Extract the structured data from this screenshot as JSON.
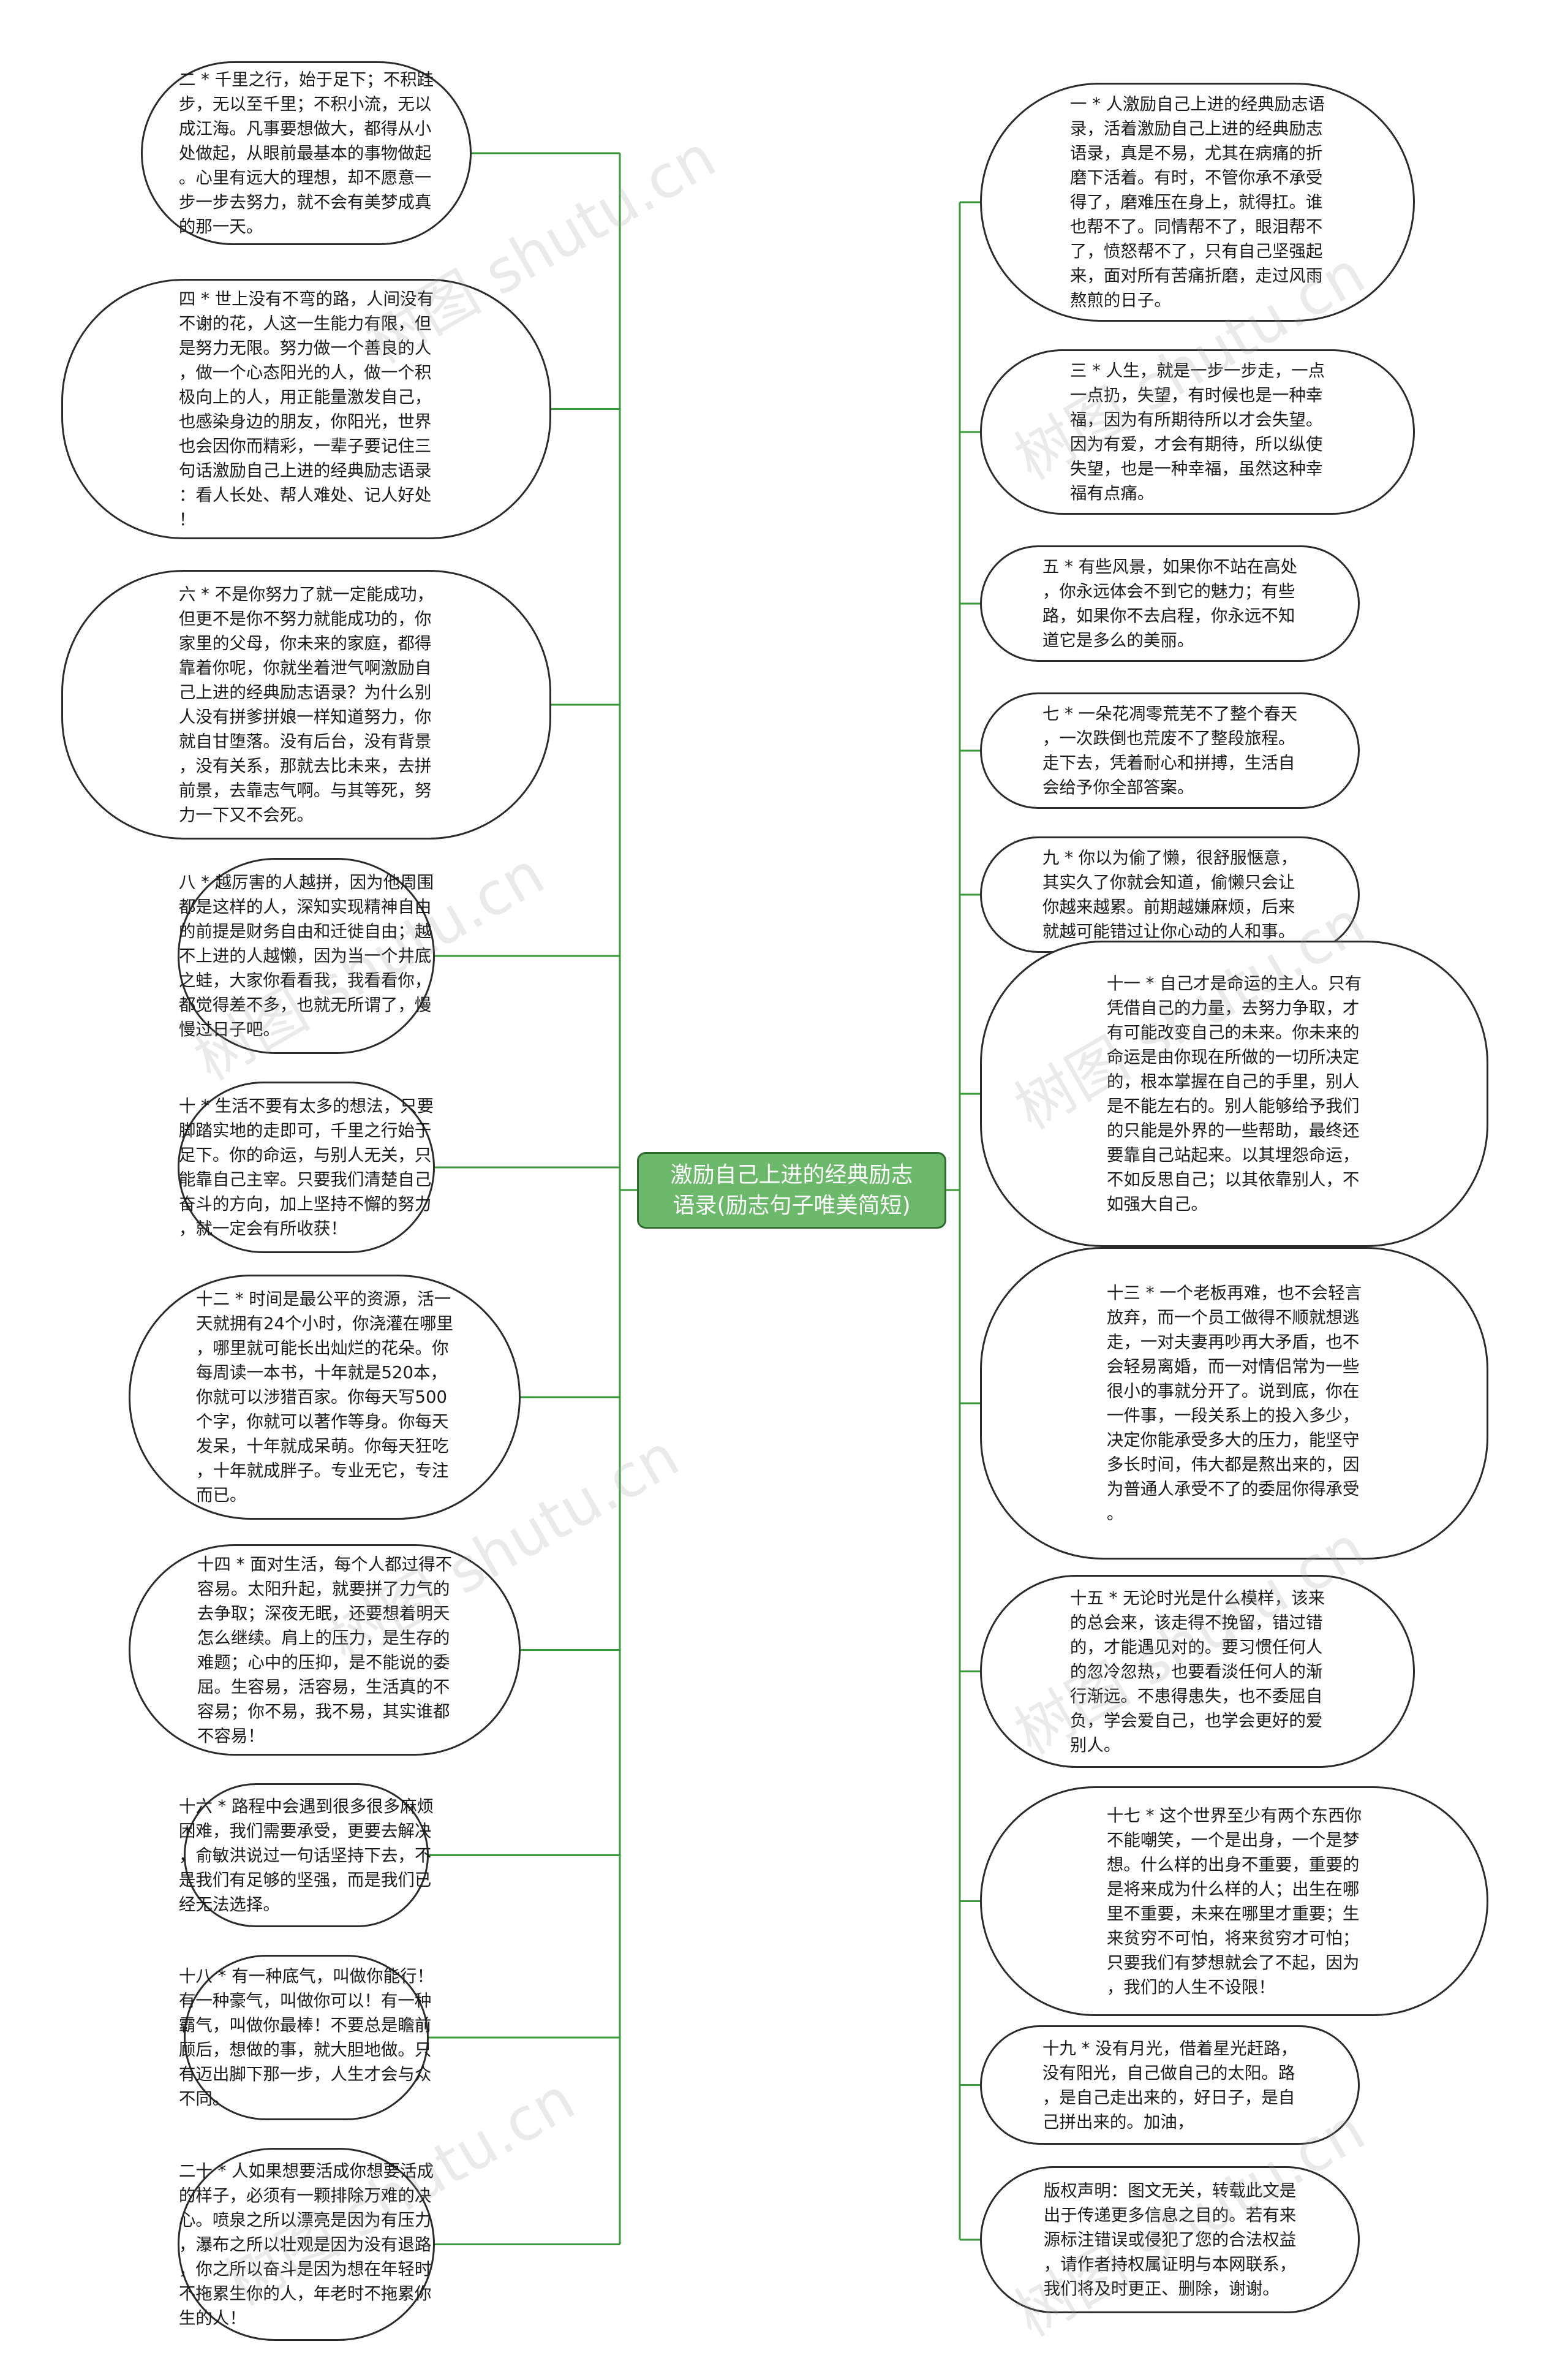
{
  "diagram": {
    "root": {
      "text": "激励自己上进的经典励志\n语录(励志句子唯美简短)"
    },
    "line_color": "#3a9a3a",
    "watermark": "树图 shutu.cn",
    "left_branches": [
      {
        "id": "n2",
        "text": "二 * 千里之行，始于足下；不积跬\n步，无以至千里；不积小流，无以\n成江海。凡事要想做大，都得从小\n处做起，从眼前最基本的事物做起\n。心里有远大的理想，却不愿意一\n步一步去努力，就不会有美梦成真\n的那一天。"
      },
      {
        "id": "n4",
        "text": "四 * 世上没有不弯的路，人间没有\n不谢的花，人这一生能力有限，但\n是努力无限。努力做一个善良的人\n，做一个心态阳光的人，做一个积\n极向上的人，用正能量激发自己，\n也感染身边的朋友，你阳光，世界\n也会因你而精彩，一辈子要记住三\n句话激励自己上进的经典励志语录\n：看人长处、帮人难处、记人好处\n！"
      },
      {
        "id": "n6",
        "text": "六 * 不是你努力了就一定能成功，\n但更不是你不努力就能成功的，你\n家里的父母，你未来的家庭，都得\n靠着你呢，你就坐着泄气啊激励自\n己上进的经典励志语录？为什么别\n人没有拼爹拼娘一样知道努力，你\n就自甘堕落。没有后台，没有背景\n，没有关系，那就去比未来，去拼\n前景，去靠志气啊。与其等死，努\n力一下又不会死。"
      },
      {
        "id": "n8",
        "text": "八 * 越厉害的人越拼，因为他周围\n都是这样的人，深知实现精神自由\n的前提是财务自由和迁徙自由；越\n不上进的人越懒，因为当一个井底\n之蛙，大家你看看我，我看看你，\n都觉得差不多，也就无所谓了，慢\n慢过日子吧。"
      },
      {
        "id": "n10",
        "text": "十 * 生活不要有太多的想法，只要\n脚踏实地的走即可，千里之行始于\n足下。你的命运，与别人无关，只\n能靠自己主宰。只要我们清楚自己\n奋斗的方向，加上坚持不懈的努力\n，就一定会有所收获！"
      },
      {
        "id": "n12",
        "text": "十二 * 时间是最公平的资源，活一\n天就拥有24个小时，你浇灌在哪里\n，哪里就可能长出灿烂的花朵。你\n每周读一本书，十年就是520本，\n你就可以涉猎百家。你每天写500\n个字，你就可以著作等身。你每天\n发呆，十年就成呆萌。你每天狂吃\n，十年就成胖子。专业无它，专注\n而已。"
      },
      {
        "id": "n14",
        "text": "十四 * 面对生活，每个人都过得不\n容易。太阳升起，就要拼了力气的\n去争取；深夜无眠，还要想着明天\n怎么继续。肩上的压力，是生存的\n难题；心中的压抑，是不能说的委\n屈。生容易，活容易，生活真的不\n容易；你不易，我不易，其实谁都\n不容易！"
      },
      {
        "id": "n16",
        "text": "十六 * 路程中会遇到很多很多麻烦\n困难，我们需要承受，更要去解决\n，俞敏洪说过一句话坚持下去，不\n是我们有足够的坚强，而是我们已\n经无法选择。"
      },
      {
        "id": "n18",
        "text": "十八 * 有一种底气，叫做你能行！\n有一种豪气，叫做你可以！有一种\n霸气，叫做你最棒！不要总是瞻前\n顾后，想做的事，就大胆地做。只\n有迈出脚下那一步，人生才会与众\n不同。"
      },
      {
        "id": "n20",
        "text": "二十 * 人如果想要活成你想要活成\n的样子，必须有一颗排除万难的决\n心。喷泉之所以漂亮是因为有压力\n，瀑布之所以壮观是因为没有退路\n，你之所以奋斗是因为想在年轻时\n不拖累生你的人，年老时不拖累你\n生的人！"
      }
    ],
    "right_branches": [
      {
        "id": "n1",
        "text": "一 * 人激励自己上进的经典励志语\n录，活着激励自己上进的经典励志\n语录，真是不易，尤其在病痛的折\n磨下活着。有时，不管你承不承受\n得了，磨难压在身上，就得扛。谁\n也帮不了。同情帮不了，眼泪帮不\n了，愤怒帮不了，只有自己坚强起\n来，面对所有苦痛折磨，走过风雨\n熬煎的日子。"
      },
      {
        "id": "n3",
        "text": "三 * 人生，就是一步一步走，一点\n一点扔，失望，有时候也是一种幸\n福，因为有所期待所以才会失望。\n因为有爱，才会有期待，所以纵使\n失望，也是一种幸福，虽然这种幸\n福有点痛。"
      },
      {
        "id": "n5",
        "text": "五 * 有些风景，如果你不站在高处\n，你永远体会不到它的魅力；有些\n路，如果你不去启程，你永远不知\n道它是多么的美丽。"
      },
      {
        "id": "n7",
        "text": "七 * 一朵花凋零荒芜不了整个春天\n，一次跌倒也荒废不了整段旅程。\n走下去，凭着耐心和拼搏，生活自\n会给予你全部答案。"
      },
      {
        "id": "n9",
        "text": "九 * 你以为偷了懒，很舒服惬意，\n其实久了你就会知道，偷懒只会让\n你越来越累。前期越嫌麻烦，后来\n就越可能错过让你心动的人和事。"
      },
      {
        "id": "n11",
        "text": "十一 * 自己才是命运的主人。只有\n凭借自己的力量，去努力争取，才\n有可能改变自己的未来。你未来的\n命运是由你现在所做的一切所决定\n的，根本掌握在自己的手里，别人\n是不能左右的。别人能够给予我们\n的只能是外界的一些帮助，最终还\n要靠自己站起来。以其埋怨命运，\n不如反思自己；以其依靠别人，不\n如强大自己。"
      },
      {
        "id": "n13",
        "text": "十三 * 一个老板再难，也不会轻言\n放弃，而一个员工做得不顺就想逃\n走，一对夫妻再吵再大矛盾，也不\n会轻易离婚，而一对情侣常为一些\n很小的事就分开了。说到底，你在\n一件事，一段关系上的投入多少，\n决定你能承受多大的压力，能坚守\n多长时间，伟大都是熬出来的，因\n为普通人承受不了的委屈你得承受\n。"
      },
      {
        "id": "n15",
        "text": "十五 * 无论时光是什么模样，该来\n的总会来，该走得不挽留，错过错\n的，才能遇见对的。要习惯任何人\n的忽冷忽热，也要看淡任何人的渐\n行渐远。不患得患失，也不委屈自\n负，学会爱自己，也学会更好的爱\n别人。"
      },
      {
        "id": "n17",
        "text": "十七 * 这个世界至少有两个东西你\n不能嘲笑，一个是出身，一个是梦\n想。什么样的出身不重要，重要的\n是将来成为什么样的人；出生在哪\n里不重要，未来在哪里才重要；生\n来贫穷不可怕，将来贫穷才可怕；\n只要我们有梦想就会了不起，因为\n，我们的人生不设限！"
      },
      {
        "id": "n19",
        "text": "十九 * 没有月光，借着星光赶路，\n没有阳光，自己做自己的太阳。路\n，是自己走出来的，好日子，是自\n己拼出来的。加油，"
      },
      {
        "id": "n21",
        "text": "版权声明：图文无关，转载此文是\n出于传递更多信息之目的。若有来\n源标注错误或侵犯了您的合法权益\n，请作者持权属证明与本网联系，\n我们将及时更正、删除，谢谢。"
      }
    ]
  }
}
